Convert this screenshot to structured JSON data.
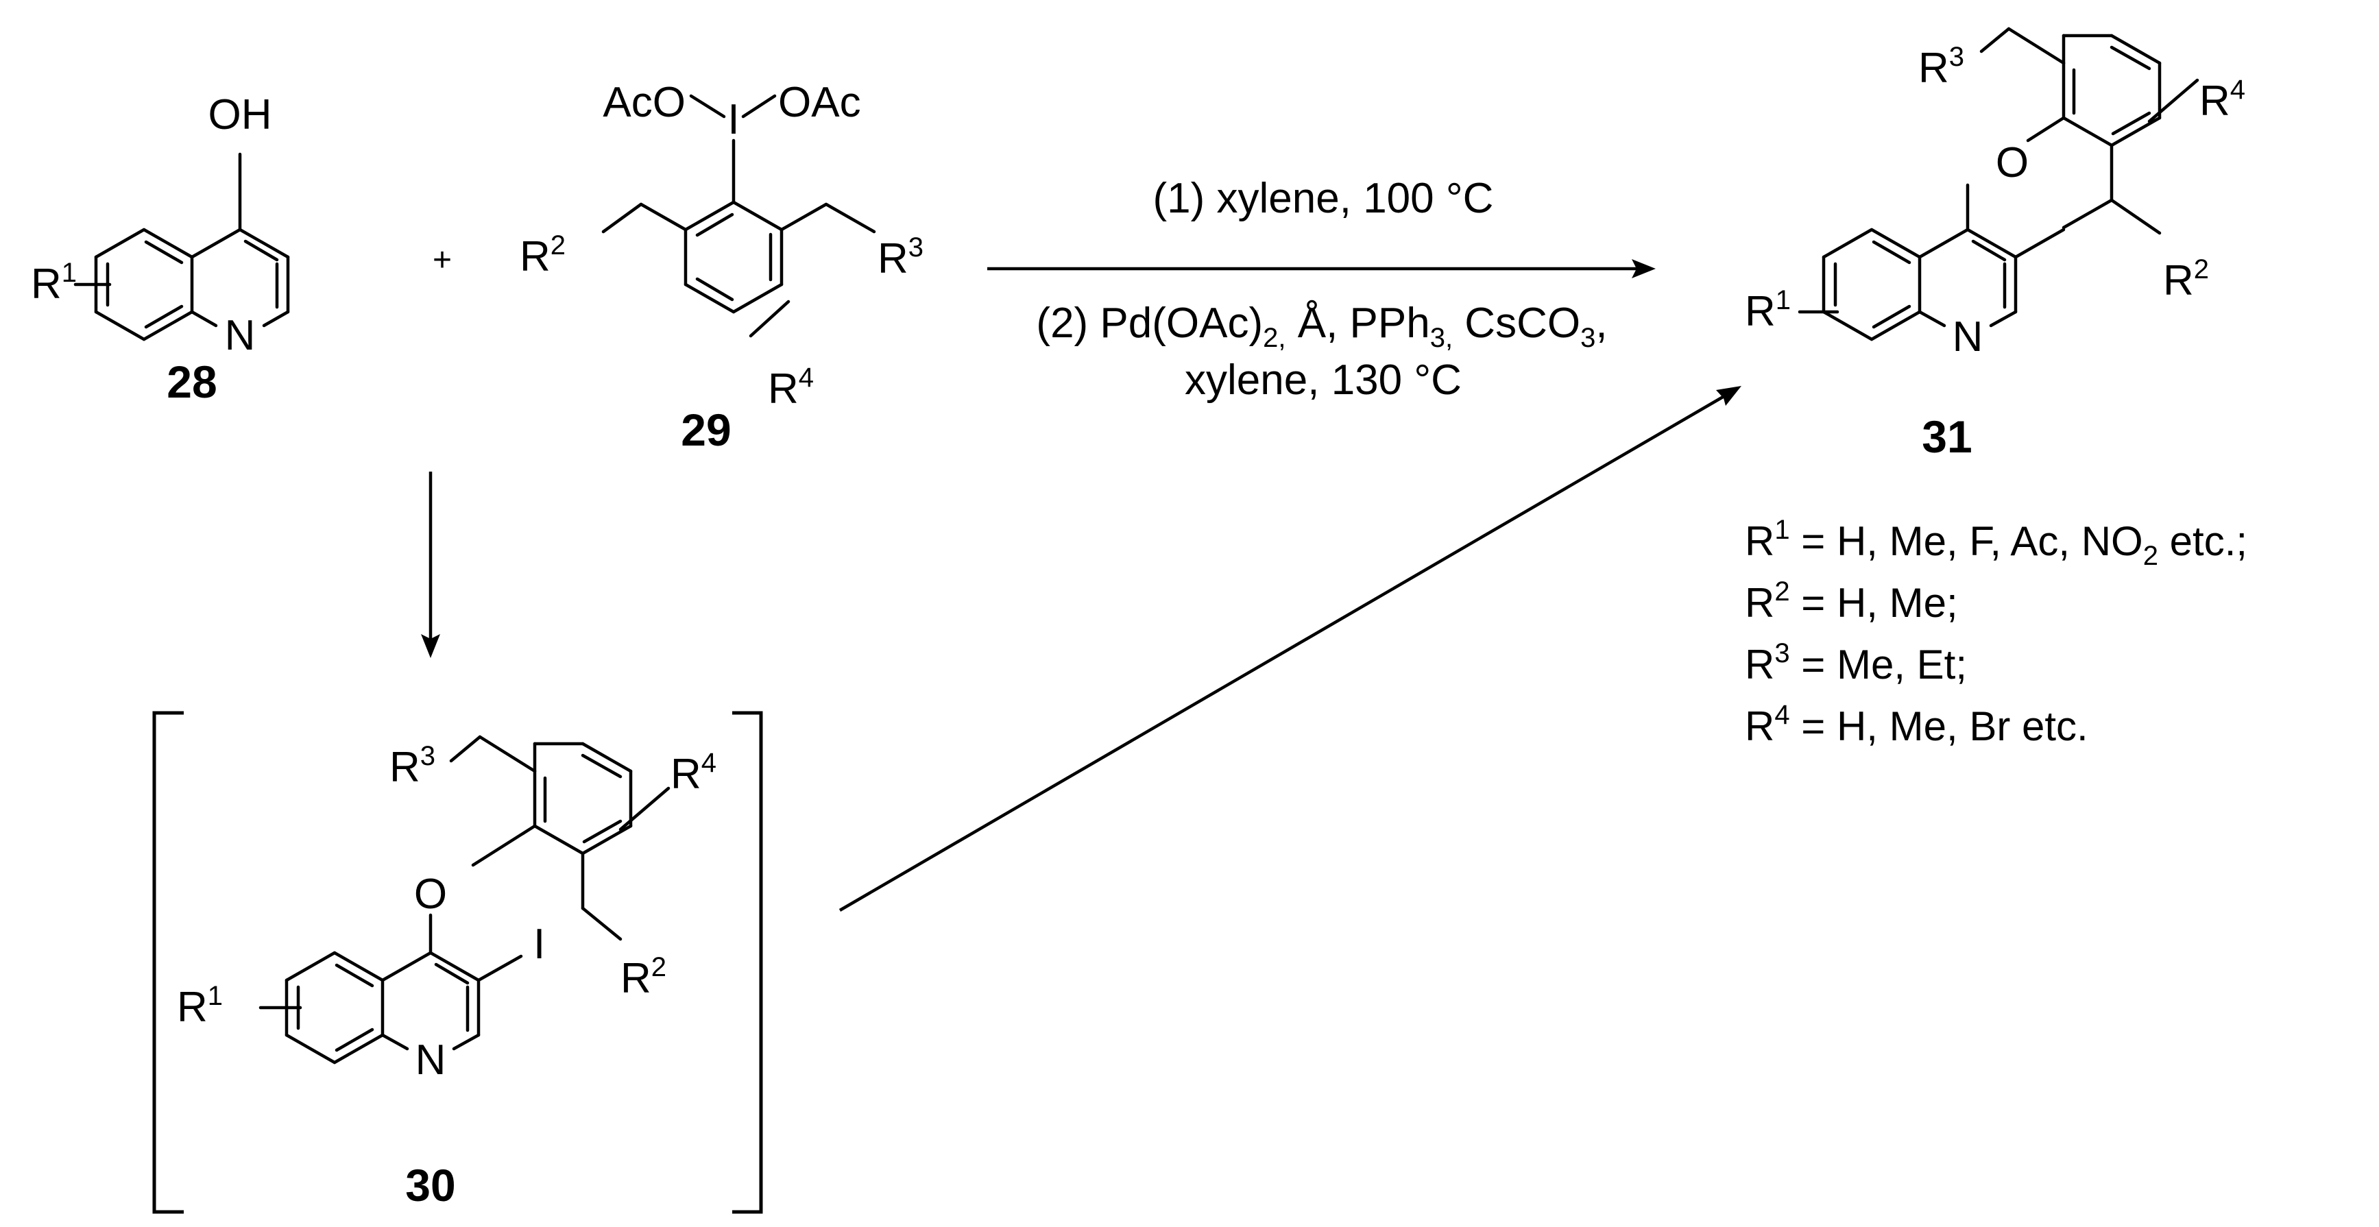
{
  "compounds": {
    "c28": {
      "label": "28",
      "OH": "OH",
      "N": "N",
      "R": "R",
      "r_num": "1"
    },
    "c29": {
      "label": "29",
      "AcO": "AcO",
      "I": "I",
      "OAc": "OAc",
      "R": "R",
      "r2": "2",
      "r3": "3",
      "r4": "4"
    },
    "c30": {
      "label": "30",
      "O": "O",
      "I": "I",
      "N": "N",
      "R": "R",
      "r1": "1",
      "r2": "2",
      "r3": "3",
      "r4": "4"
    },
    "c31": {
      "label": "31",
      "O": "O",
      "N": "N",
      "R": "R",
      "r1": "1",
      "r2": "2",
      "r3": "3",
      "r4": "4"
    }
  },
  "plus": "+",
  "conditions": {
    "step1": "(1) xylene, 100 °C",
    "step2_a": "(2) Pd(OAc)",
    "step2_a_sub": "2,",
    "step2_b": " Å, PPh",
    "step2_b_sub": "3,",
    "step2_c": " CsCO",
    "step2_c_sub": "3",
    "step2_d": ",",
    "step2_line2": "xylene, 130 °C"
  },
  "substituents": [
    {
      "R": "R",
      "num": "1",
      "text": " = H, Me, F,  Ac, NO",
      "sub": "2",
      "tail": " etc.;"
    },
    {
      "R": "R",
      "num": "2",
      "text": " = H, Me;",
      "sub": "",
      "tail": ""
    },
    {
      "R": "R",
      "num": "3",
      "text": " = Me, Et;",
      "sub": "",
      "tail": ""
    },
    {
      "R": "R",
      "num": "4",
      "text": " = H, Me, Br etc.",
      "sub": "",
      "tail": ""
    }
  ]
}
